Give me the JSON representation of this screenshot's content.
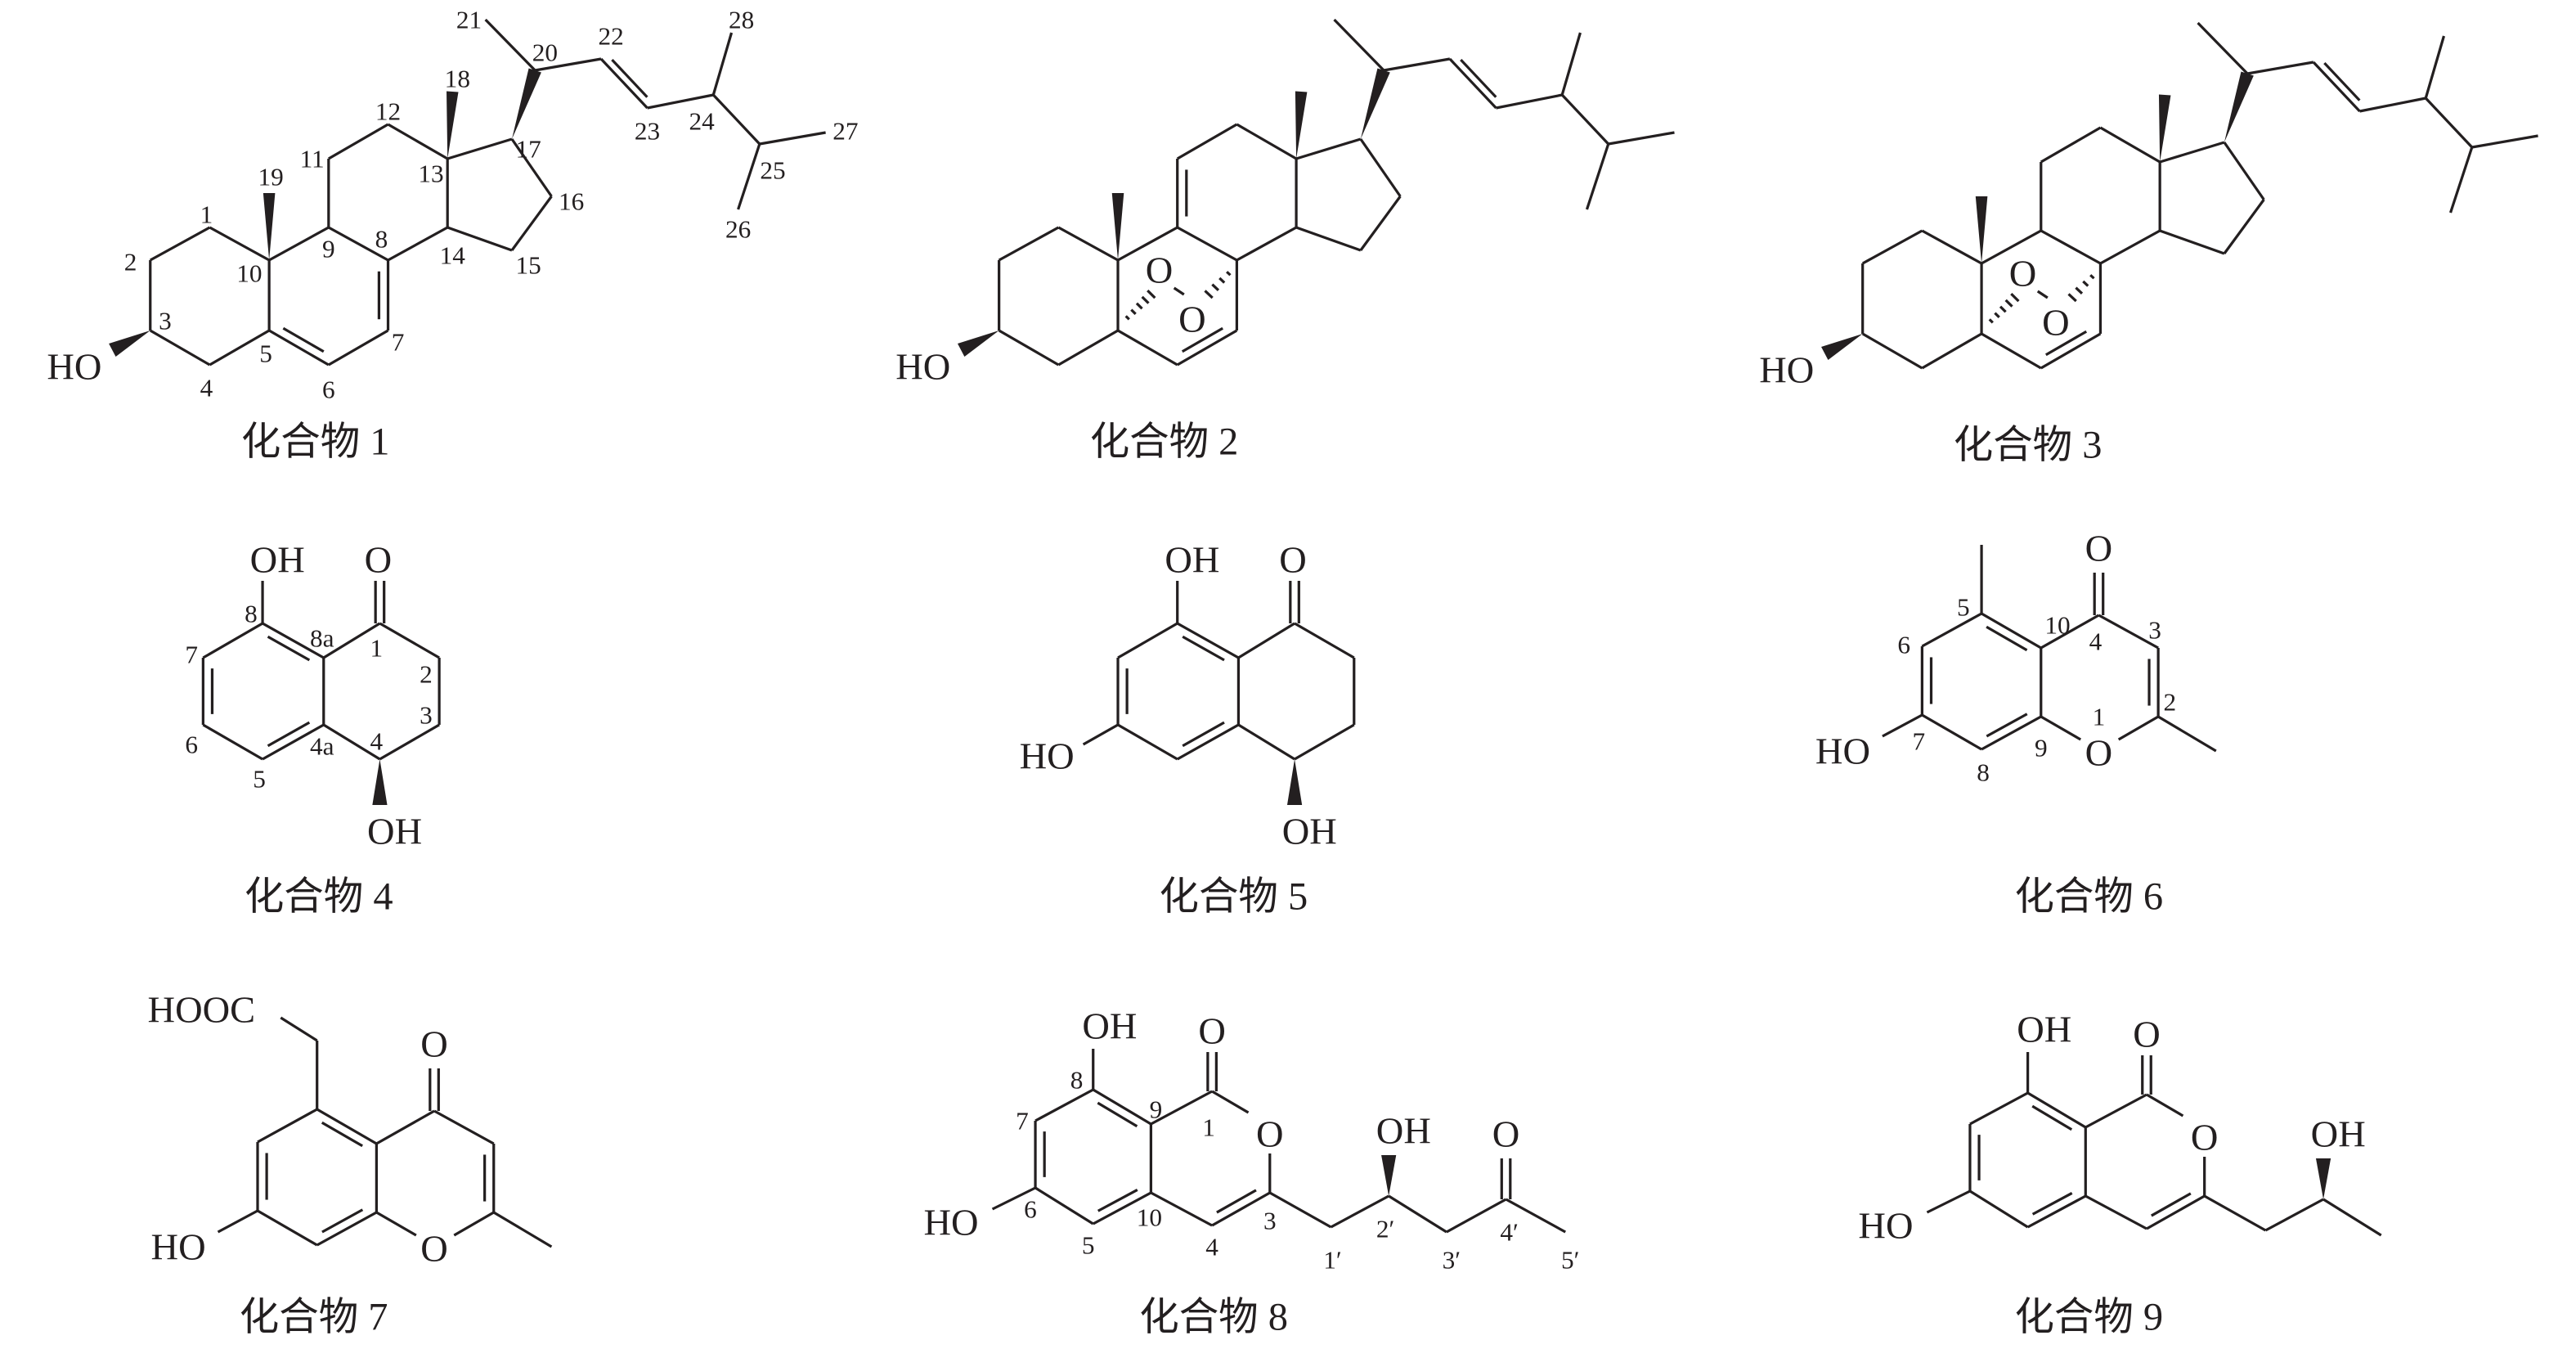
{
  "figure": {
    "compounds": [
      {
        "caption": "化合物 1",
        "atom_numbers": [
          "1",
          "2",
          "3",
          "4",
          "5",
          "6",
          "7",
          "8",
          "9",
          "10",
          "11",
          "12",
          "13",
          "14",
          "15",
          "16",
          "17",
          "18",
          "19",
          "20",
          "21",
          "22",
          "23",
          "24",
          "25",
          "26",
          "27",
          "28"
        ],
        "groups": [
          "HO"
        ]
      },
      {
        "caption": "化合物 2",
        "atom_numbers": [],
        "groups": [
          "HO",
          "O",
          "O"
        ]
      },
      {
        "caption": "化合物 3",
        "atom_numbers": [],
        "groups": [
          "HO",
          "O",
          "O"
        ]
      },
      {
        "caption": "化合物 4",
        "atom_numbers": [
          "1",
          "2",
          "3",
          "4",
          "4a",
          "5",
          "6",
          "7",
          "8",
          "8a"
        ],
        "groups": [
          "OH",
          "O",
          "OH"
        ]
      },
      {
        "caption": "化合物 5",
        "atom_numbers": [],
        "groups": [
          "OH",
          "O",
          "HO",
          "OH"
        ]
      },
      {
        "caption": "化合物 6",
        "atom_numbers": [
          "1",
          "2",
          "3",
          "4",
          "5",
          "6",
          "7",
          "8",
          "9",
          "10"
        ],
        "groups": [
          "O",
          "HO",
          "O"
        ]
      },
      {
        "caption": "化合物 7",
        "atom_numbers": [],
        "groups": [
          "HOOC",
          "O",
          "HO",
          "O"
        ]
      },
      {
        "caption": "化合物 8",
        "atom_numbers": [
          "1",
          "3",
          "4",
          "5",
          "6",
          "7",
          "8",
          "9",
          "10",
          "1′",
          "2′",
          "3′",
          "4′",
          "5′"
        ],
        "groups": [
          "OH",
          "O",
          "O",
          "HO",
          "OH",
          "O"
        ]
      },
      {
        "caption": "化合物 9",
        "atom_numbers": [],
        "groups": [
          "OH",
          "O",
          "O",
          "HO",
          "OH"
        ]
      }
    ]
  }
}
